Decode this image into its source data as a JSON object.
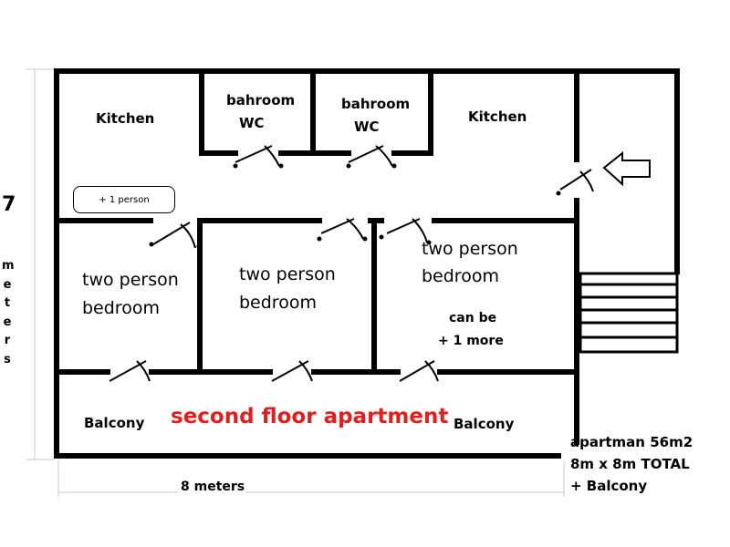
{
  "title": "second floor apartment",
  "rooms": {
    "kitchen_left": "Kitchen",
    "kitchen_right": "Kitchen",
    "bath1_line1": "bahroom",
    "bath1_line2": "WC",
    "bath2_line1": "bahroom",
    "bath2_line2": "WC",
    "bed1_line1": "two person",
    "bed1_line2": "bedroom",
    "bed2_line1": "two person",
    "bed2_line2": "bedroom",
    "bed3_line1": "two person",
    "bed3_line2": "bedroom",
    "bed3_note1": "can be",
    "bed3_note2": "+ 1 more",
    "balcony_left": "Balcony",
    "balcony_right": "Balcony"
  },
  "extra_person_note": "+ 1 person",
  "dimensions": {
    "height_value": "7",
    "height_unit_letters": [
      "m",
      "e",
      "t",
      "e",
      "r",
      "s"
    ],
    "width_label": "8 meters"
  },
  "summary": {
    "line1": "apartman 56m2",
    "line2": "8m x 8m TOTAL",
    "line3": "+ Balcony"
  },
  "colors": {
    "walls": "#000000",
    "title": "#e02020",
    "dim_lines": "#c8c8c8"
  },
  "icons": [
    "door-swing-icon",
    "entrance-arrow-icon",
    "stairs-icon"
  ]
}
